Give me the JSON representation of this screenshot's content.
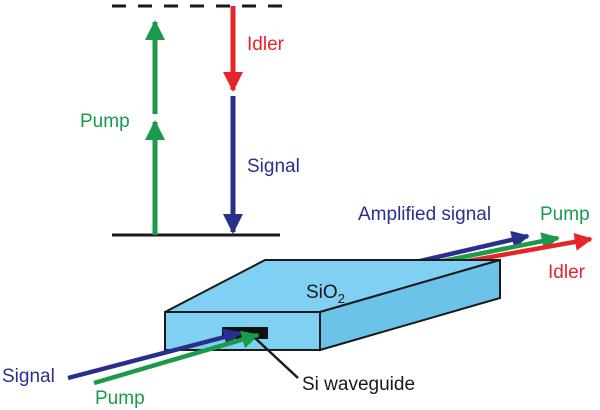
{
  "labels": {
    "pump_top": "Pump",
    "idler_top": "Idler",
    "signal_top": "Signal",
    "amplified_signal": "Amplified signal",
    "pump_out": "Pump",
    "idler_out": "Idler",
    "sio2_base": "SiO",
    "sio2_sub": "2",
    "si_waveguide": "Si waveguide",
    "signal_in": "Signal",
    "pump_in": "Pump"
  },
  "colors": {
    "pump": "#1a9a4a",
    "idler": "#e5252a",
    "signal": "#2b2f8c",
    "slab_fill": "#7fd0f2",
    "outline": "#1a1a1a"
  }
}
